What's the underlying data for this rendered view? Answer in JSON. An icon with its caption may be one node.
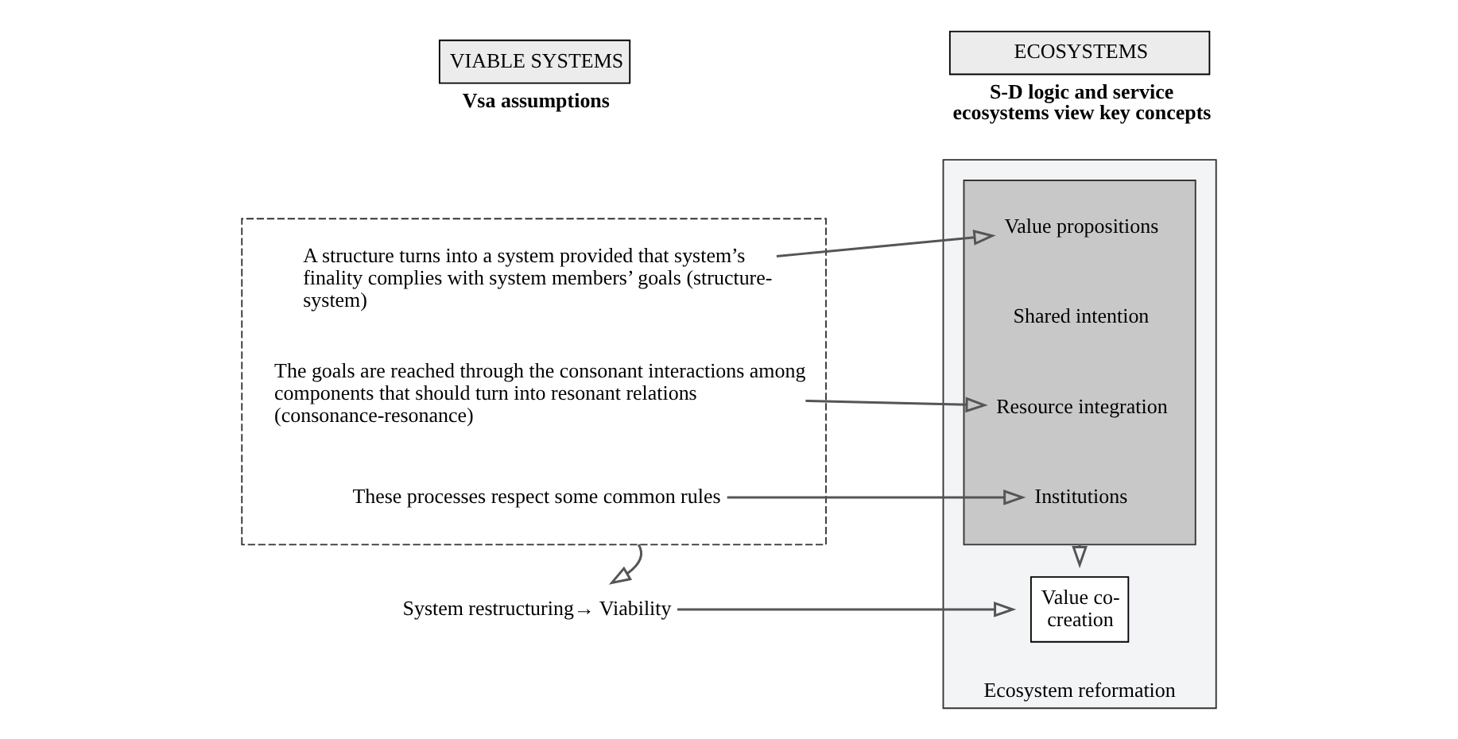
{
  "diagram": {
    "nodes": [
      {
        "text": [
          "VIABLE SYSTEMS"
        ],
        "beside": [
          "Vsa assumptions"
        ]
      },
      {
        "text": [
          "ECOSYSTEMS"
        ],
        "beside": [
          "S-D logic and service ecosystems view key concepts"
        ]
      },
      {
        "text": [],
        "shape": "box"
      },
      {
        "text": [
          "A structure turns into a system provided that system’s finality complies with system members’ goals (structure-system)"
        ],
        "in": 2
      },
      {
        "text": [
          "The goals are reached through the consonant interactions among components that should turn into resonant relations (consonance-resonance)"
        ],
        "in": 2
      },
      {
        "text": [
          "These processes respect some common rules"
        ],
        "in": 2
      },
      {
        "text": [
          "System restructuring→ Viability"
        ]
      },
      {
        "text": [
          "Ecosystem reformation"
        ]
      },
      {
        "text": [],
        "shape": "box",
        "in": 7
      },
      {
        "text": [
          "Value propositions"
        ],
        "in": 8
      },
      {
        "text": [
          "Shared intention"
        ],
        "in": 8
      },
      {
        "text": [
          "Resource integration"
        ],
        "in": 8
      },
      {
        "text": [
          "Institutions"
        ],
        "in": 8
      },
      {
        "text": [
          "Value co-creation"
        ],
        "in": 7
      }
    ],
    "edges": [
      {
        "from": 3,
        "to": 9,
        "arrow": "to"
      },
      {
        "from": 4,
        "to": 11,
        "arrow": "to"
      },
      {
        "from": 5,
        "to": 12,
        "arrow": "to"
      },
      {
        "from": 2,
        "to": 6,
        "arrow": "to"
      },
      {
        "from": 6,
        "to": 13,
        "arrow": "to"
      },
      {
        "from": 8,
        "to": 13,
        "arrow": "to"
      }
    ]
  }
}
